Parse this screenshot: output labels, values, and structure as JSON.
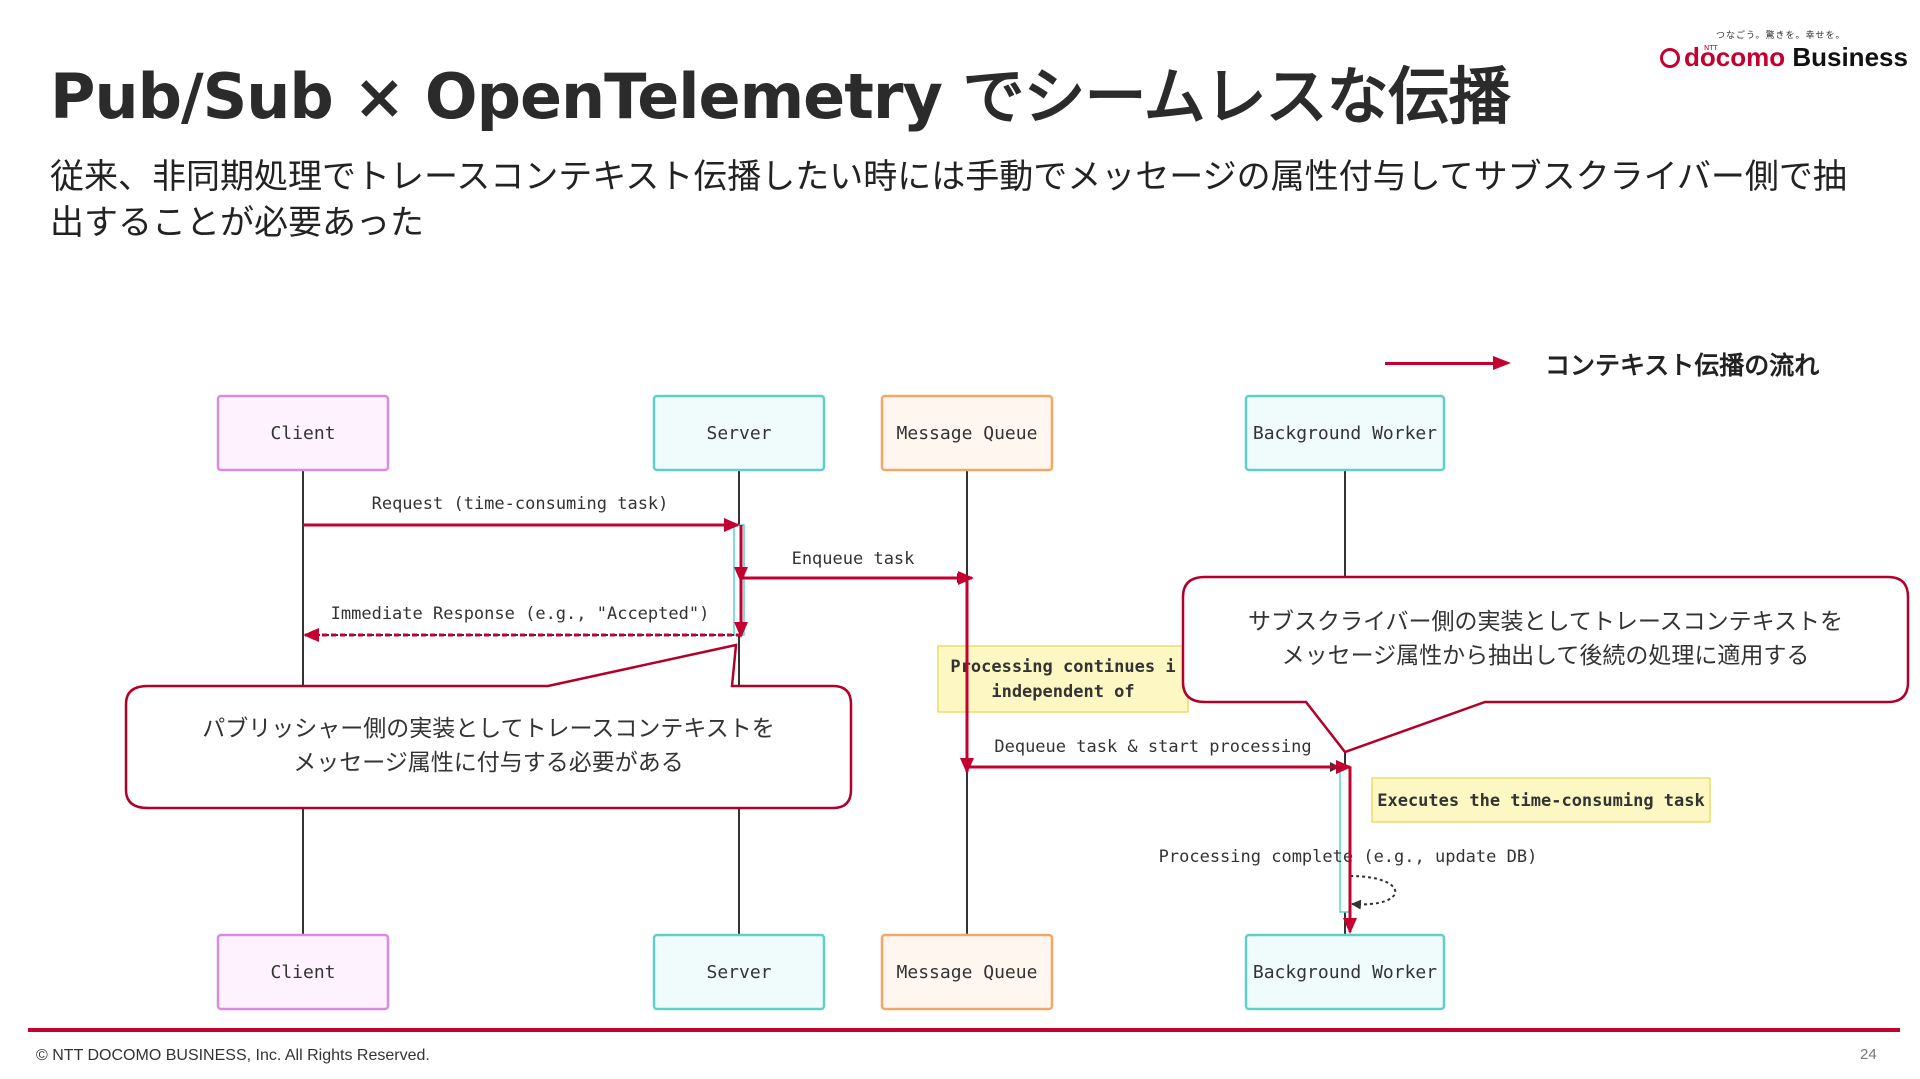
{
  "slide": {
    "title": "Pub/Sub × OpenTelemetry でシームレスな伝播",
    "subtitle": "従来、非同期処理でトレースコンテキスト伝播したい時には手動でメッセージの属性付与してサブスクライバー側で抽出することが必要あった",
    "logo_tagline": "つなごう。驚きを。幸せを。",
    "logo_ntt": "NTT",
    "logo_brand_docomo": "docomo",
    "logo_brand_business": "Business",
    "legend_label": "コンテキスト伝播の流れ",
    "copyright": "© NTT DOCOMO BUSINESS, Inc. All Rights Reserved.",
    "page_number": "24"
  },
  "participants": [
    {
      "name": "Client",
      "color": "#d98be0",
      "fill": "#fdf2fe"
    },
    {
      "name": "Server",
      "color": "#5fd0c8",
      "fill": "#effcfb"
    },
    {
      "name": "Message Queue",
      "color": "#f2a766",
      "fill": "#fff7ef"
    },
    {
      "name": "Background Worker",
      "color": "#5fd0c8",
      "fill": "#effcfb"
    }
  ],
  "messages": {
    "request": "Request (time-consuming task)",
    "enqueue": "Enqueue task",
    "response": "Immediate Response (e.g., \"Accepted\")",
    "dequeue": "Dequeue task & start processing",
    "complete": "Processing complete (e.g., update DB)"
  },
  "notes": {
    "processing_line1": "Processing continues i",
    "processing_line2": "independent of",
    "executes": "Executes the time-consuming task"
  },
  "callouts": {
    "publisher_line1": "パブリッシャー側の実装としてトレースコンテキストを",
    "publisher_line2": "メッセージ属性に付与する必要がある",
    "subscriber_line1": "サブスクライバー側の実装としてトレースコンテキストを",
    "subscriber_line2": "メッセージ属性から抽出して後続の処理に適用する"
  },
  "colors": {
    "accent": "#c3002f",
    "note_fill": "#fdf7c3",
    "note_border": "#e8dd6a"
  }
}
